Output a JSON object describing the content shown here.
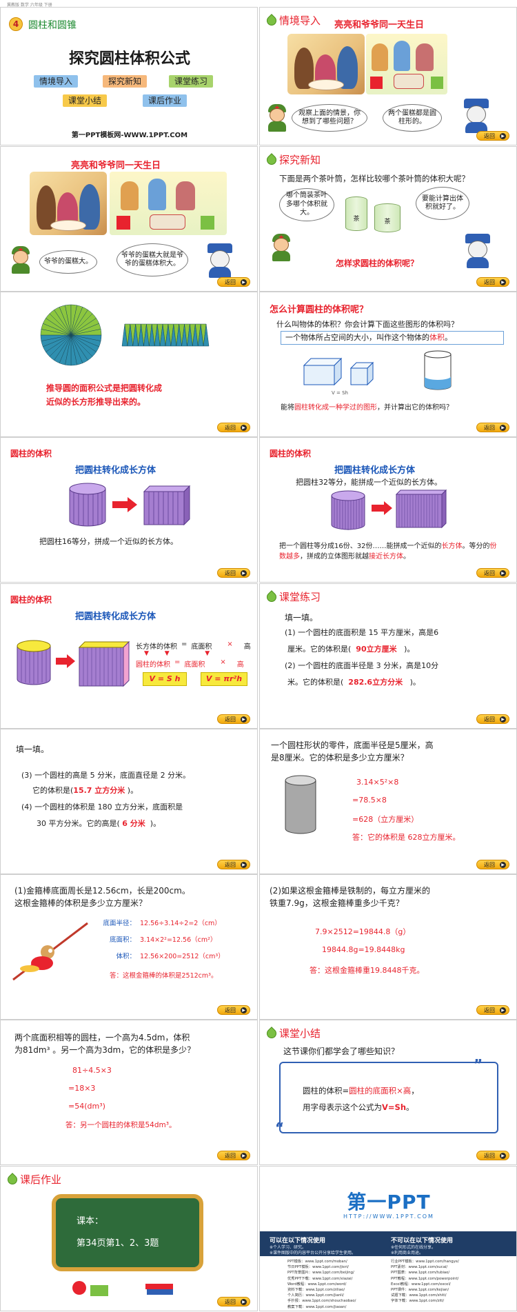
{
  "top_strip": {
    "text": "冀教版   数学   六年级   下册"
  },
  "s1": {
    "unit_number": "4",
    "unit_name": "圆柱和圆锥",
    "title": "探究圆柱体积公式",
    "nav": [
      "情境导入",
      "探究新知",
      "课堂练习",
      "课堂小结",
      "课后作业"
    ],
    "footer": "第一PPT模板网-WWW.1PPT.COM"
  },
  "s2": {
    "section": "情境导入",
    "caption": "亮亮和爷爷同一天生日",
    "bubble1": "观察上面的情景，你想到了哪些问题？",
    "bubble2": "两个蛋糕都是圆柱形的。"
  },
  "s3": {
    "caption": "亮亮和爷爷同一天生日",
    "bubble1": "爷爷的蛋糕大。",
    "bubble2": "爷爷的蛋糕大就是爷爷的蛋糕体积大。"
  },
  "s4": {
    "section": "探究新知",
    "question": "下面是两个茶叶筒，怎样比较哪个茶叶筒的体积大呢？",
    "bubble1": "哪个筒装茶叶多哪个体积就大。",
    "bubble2": "要能计算出体积就好了。",
    "tea_label": "茶",
    "bottom_question": "怎样求圆柱的体积呢？"
  },
  "s5": {
    "text_line1": "推导圆的面积公式是把圆转化成",
    "text_line2": "近似的长方形推导出来的。"
  },
  "s6": {
    "title": "怎么计算圆柱的体积呢？",
    "q": "什么叫物体的体积？你会计算下面这些图形的体积吗？",
    "def_prefix": "一个物体所占空间的大小，叫作这个物体的",
    "def_key": "体积",
    "def_suffix": "。",
    "formula_small": "V = Sh",
    "bottom_prefix": "能将",
    "bottom_key": "圆柱转化成一种学过的图形",
    "bottom_suffix": "，并计算出它的体积吗？"
  },
  "s7": {
    "title": "圆柱的体积",
    "subtitle": "把圆柱转化成长方体",
    "caption": "把圆柱16等分，拼成一个近似的长方体。"
  },
  "s8": {
    "title": "圆柱的体积",
    "subtitle": "把圆柱转化成长方体",
    "top_text": "把圆柱32等分，能拼成一个近似的长方体。",
    "body_1": "把一个圆柱等分成16份、32份……能拼成一个近似的",
    "body_1_key": "长方体",
    "body_2": "。等分的",
    "body_2_key": "份数越多",
    "body_3": "，拼成的立体图形就越",
    "body_3_key": "接近长方体",
    "body_4": "。"
  },
  "s9": {
    "title": "圆柱的体积",
    "subtitle": "把圆柱转化成长方体",
    "row1": [
      "长方体的体积",
      "=",
      "底面积",
      "×",
      "高"
    ],
    "row2": [
      "圆柱的体积",
      "=",
      "底面积",
      "×",
      "高"
    ],
    "formula1": "V = S h",
    "formula2": "V = πr²h"
  },
  "s10": {
    "section": "课堂练习",
    "head": "填一填。",
    "q1a": "(1) 一个圆柱的底面积是 15 平方厘米，高是6",
    "q1b": "厘米。它的体积是(",
    "a1": "90立方厘米",
    "q1c": ")。",
    "q2a": "(2) 一个圆柱的底面半径是 3 分米，高是10分",
    "q2b": "米。它的体积是(",
    "a2": "282.6立方分米",
    "q2c": ")。"
  },
  "s11": {
    "head": "填一填。",
    "q3a": "(3) 一个圆柱的高是 5 分米，底面直径是 2 分米。",
    "q3b": "它的体积是(",
    "a3": "15.7 立方分米",
    "q3c": ")。",
    "q4a": "(4) 一个圆柱的体积是 180 立方分米，底面积是",
    "q4b": "30 平方分米。它的高是(",
    "a4": "6 分米",
    "q4c": ")。"
  },
  "s12": {
    "q1": "一个圆柱形状的零件，底面半径是5厘米，高",
    "q2": "是8厘米。它的体积是多少立方厘米？",
    "step1": "3.14×5²×8",
    "step2": "=78.5×8",
    "step3": "=628（立方厘米）",
    "answer": "答：它的体积是 628立方厘米。"
  },
  "s13": {
    "q1": "(1)金箍棒底面周长是12.56cm，长是200cm。",
    "q2": "这根金箍棒的体积是多少立方厘米？",
    "l1_label": "底面半径：",
    "l1": "12.56÷3.14÷2=2（cm）",
    "l2_label": "底面积：",
    "l2": "3.14×2²=12.56（cm²）",
    "l3_label": "体积：",
    "l3": "12.56×200=2512（cm³）",
    "answer": "答：这根金箍棒的体积是2512cm³。"
  },
  "s14": {
    "q1": "(2)如果这根金箍棒是铁制的，每立方厘米的",
    "q2": "铁重7.9g，这根金箍棒重多少千克？",
    "l1": "7.9×2512=19844.8（g）",
    "l2": "19844.8g=19.8448kg",
    "answer": "答：这根金箍棒重19.8448千克。"
  },
  "s15": {
    "q1": "两个底面积相等的圆柱，一个高为4.5dm，体积",
    "q2": "为81dm³ 。另一个高为3dm，它的体积是多少？",
    "l1": "81÷4.5×3",
    "l2": "=18×3",
    "l3": "=54(dm³)",
    "answer": "答：另一个圆柱的体积是54dm³。"
  },
  "s16": {
    "section": "课堂小结",
    "q": "这节课你们都学会了哪些知识？",
    "line1_prefix": "圆柱的体积=",
    "line1_key": "圆柱的底面积×高",
    "line1_suffix": "，",
    "line2_prefix": "用字母表示这个公式为",
    "line2_key": "V=Sh",
    "line2_suffix": "。"
  },
  "s17": {
    "section": "课后作业",
    "board_title": "课本：",
    "board_text": "第34页第1、2、3题"
  },
  "s18": {
    "logo": "第一PPT",
    "url": "HTTP://WWW.1PPT.COM",
    "can_title": "可以在以下情况使用",
    "can_1": "※个人学习、研究。",
    "can_2": "※课件图版中的内容平台公开分享给学生使用。",
    "cannot_title": "不可以在以下情况使用",
    "cannot_1": "※任何形式的在线分享。",
    "cannot_2": "※利用商业用途。",
    "left_links": [
      "PPT模板：www.1ppt.com/moban/",
      "节日PPT模板：www.1ppt.com/jieri/",
      "PPT背景图片：www.1ppt.com/beijing/",
      "优秀PPT下载：www.1ppt.com/xiazai/",
      "Word教程：www.1ppt.com/word/",
      "资料下载：www.1ppt.com/ziliao/",
      "个人简历：www.1ppt.com/jianli/",
      "手抄报：www.1ppt.com/shouchaobao/",
      "教案下载：www.1ppt.com/jiaoan/"
    ],
    "right_links": [
      "行业PPT模板：www.1ppt.com/hangye/",
      "PPT素材：www.1ppt.com/sucai/",
      "PPT图表：www.1ppt.com/tubiao/",
      "PPT教程：www.1ppt.com/powerpoint/",
      "Excel教程：www.1ppt.com/excel/",
      "PPT课件：www.1ppt.com/kejian/",
      "试题下载：www.1ppt.com/shiti/",
      "字体下载：www.1ppt.com/ziti/"
    ]
  },
  "back_label": "返回"
}
